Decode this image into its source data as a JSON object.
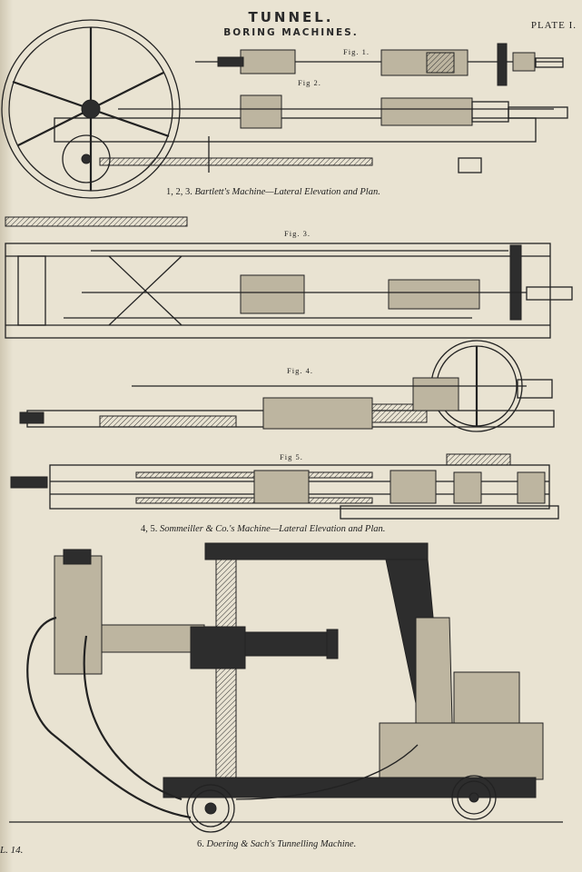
{
  "plate": {
    "title": "TUNNEL.",
    "subtitle": "BORING MACHINES.",
    "plate_label": "PLATE I.",
    "volume_label": "L. 14."
  },
  "figures": {
    "fig1": "Fig. 1.",
    "fig2": "Fig 2.",
    "fig3": "Fig. 3.",
    "fig4": "Fig. 4.",
    "fig5": "Fig 5."
  },
  "captions": {
    "bartlett_nums": "1, 2, 3.",
    "bartlett_text": "Bartlett's Machine—Lateral Elevation and Plan.",
    "sommeiller_nums": "4, 5.",
    "sommeiller_text": "Sommeiller & Co.'s Machine—Lateral Elevation and Plan.",
    "doering_num": "6.",
    "doering_text": "Doering & Sach's Tunnelling Machine."
  }
}
